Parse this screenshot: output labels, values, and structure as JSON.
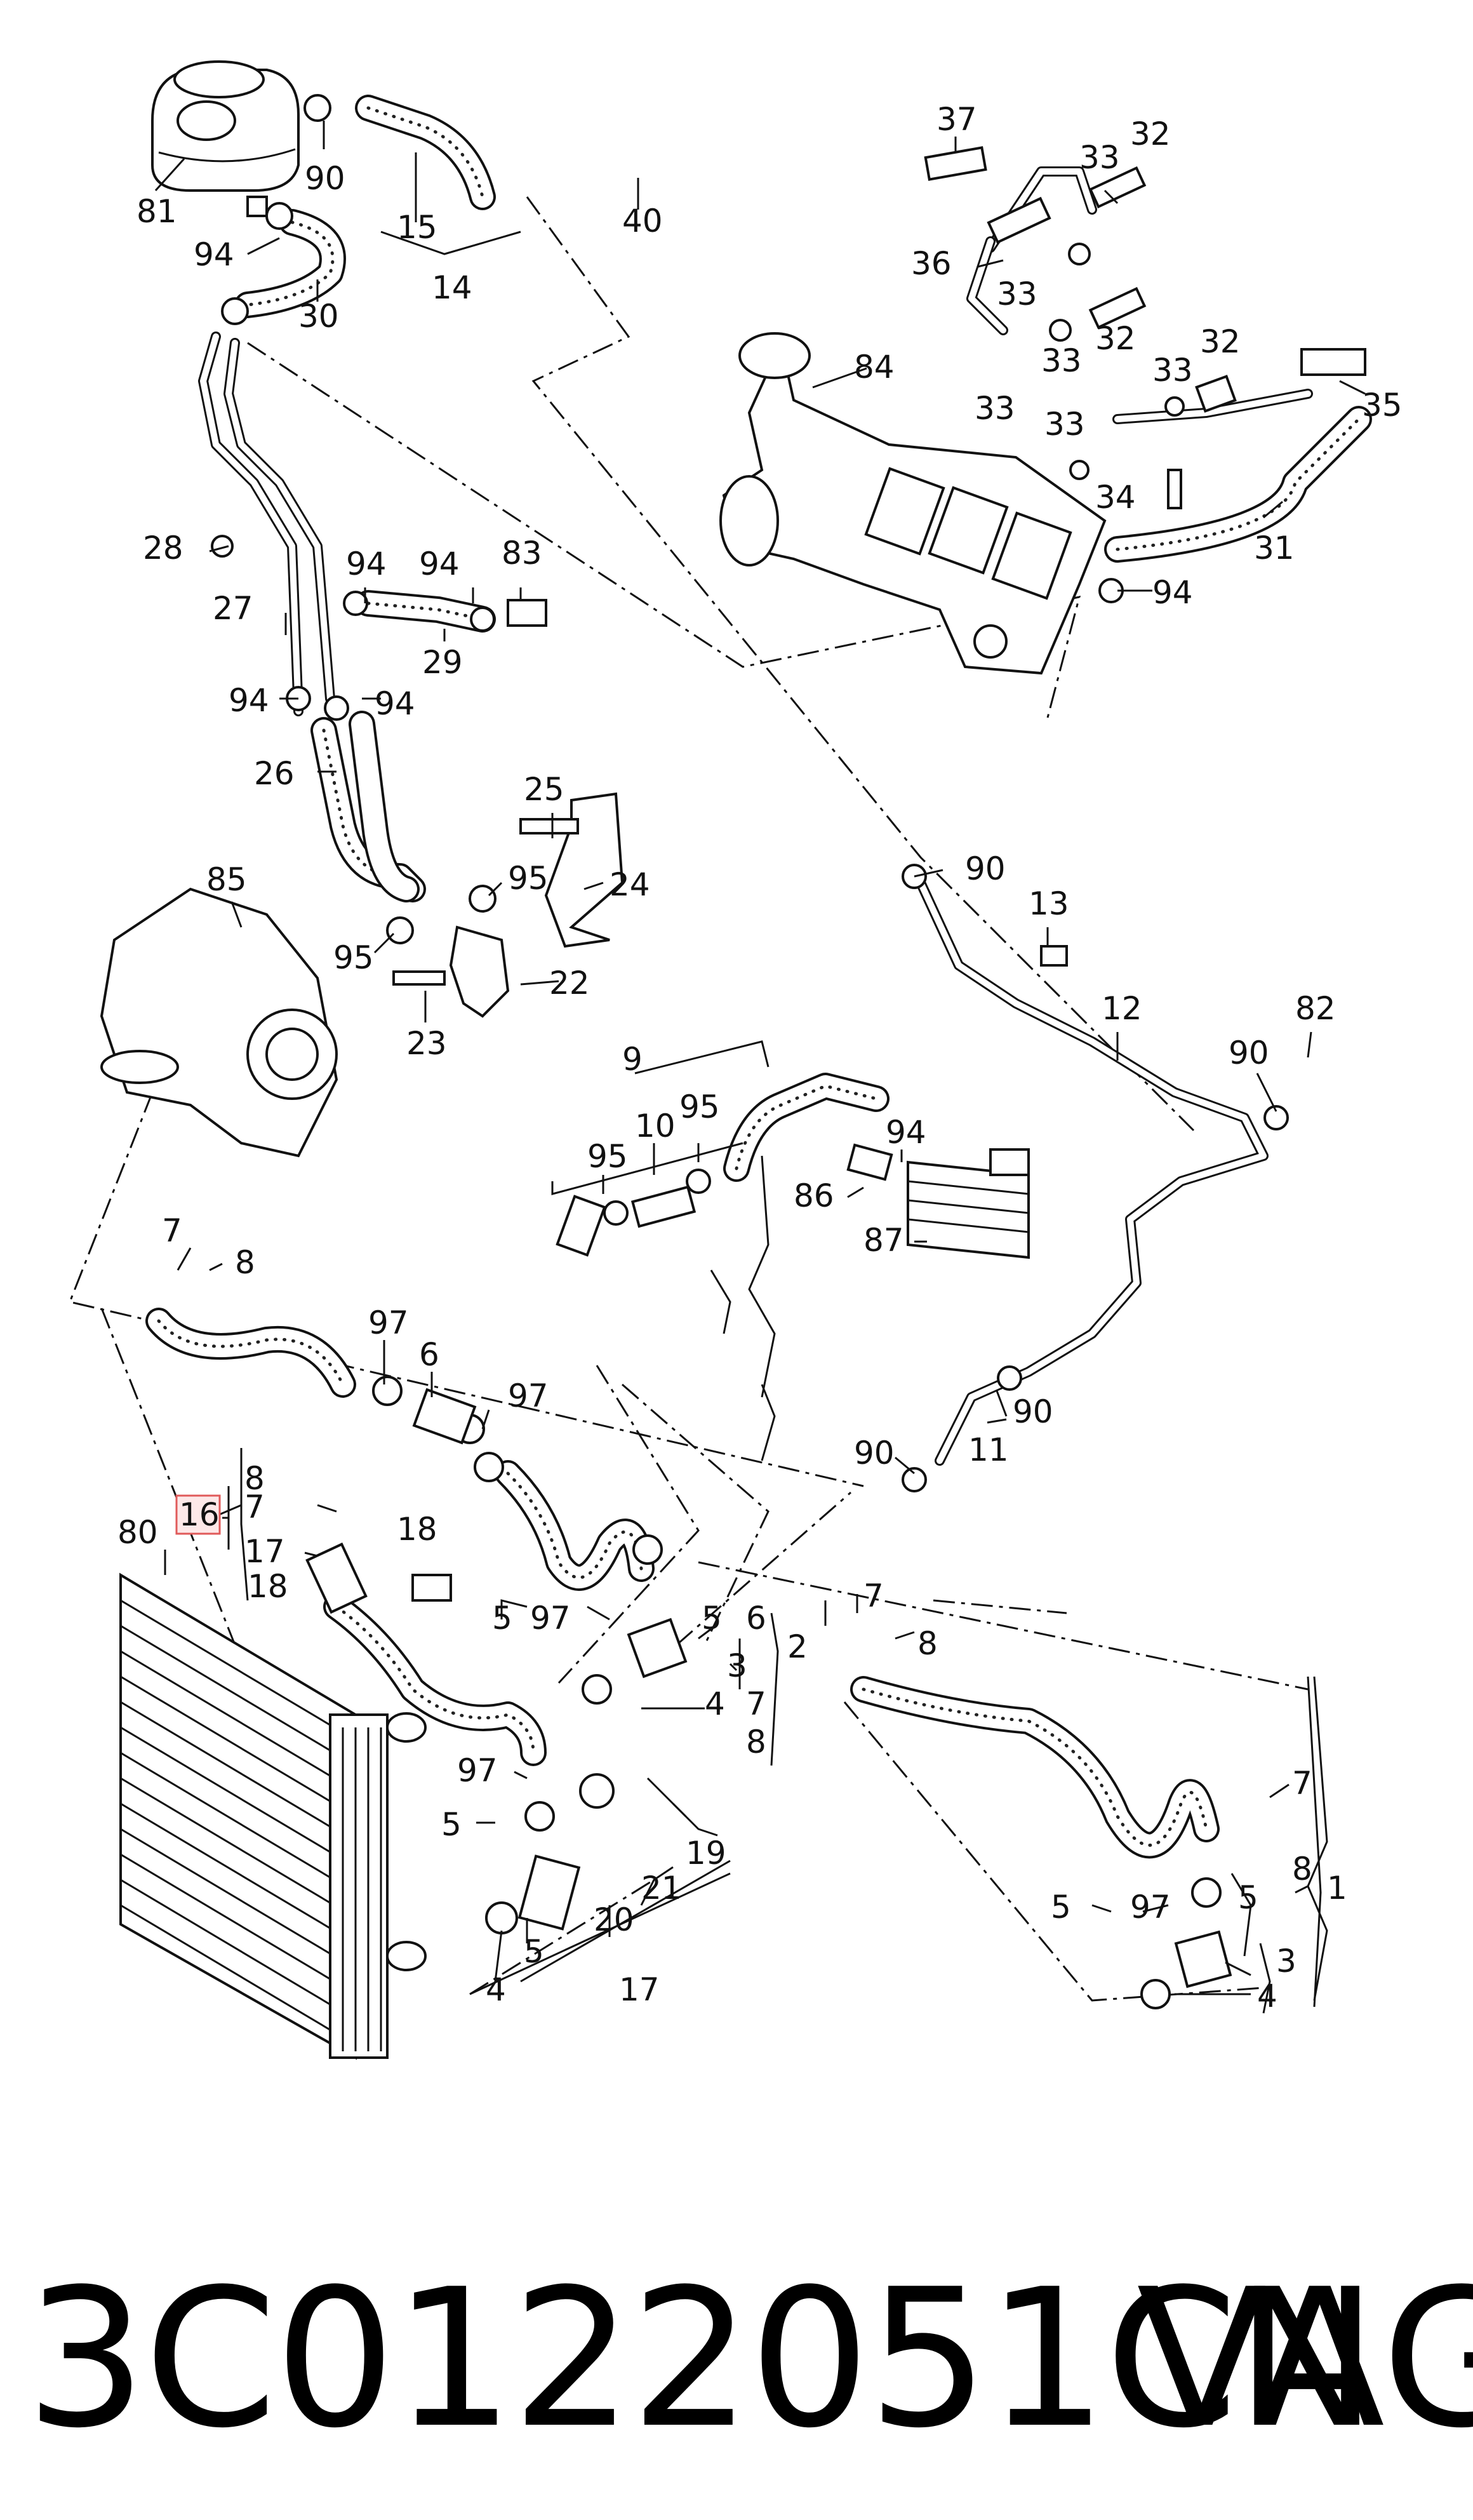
{
  "labels": {
    "l81": "81",
    "l90a": "90",
    "l15": "15",
    "l14": "14",
    "l40": "40",
    "l94a": "94",
    "l30": "30",
    "l37": "37",
    "l33a": "33",
    "l32a": "32",
    "l36": "36",
    "l33b": "33",
    "l33c": "33",
    "l32b": "32",
    "l84": "84",
    "l33d": "33",
    "l33e": "33",
    "l32c": "32",
    "l35": "35",
    "l33f": "33",
    "l34": "34",
    "l31": "31",
    "l94b": "94",
    "l28": "28",
    "l94c": "94",
    "l94d": "94",
    "l83": "83",
    "l27": "27",
    "l29": "29",
    "l94e": "94",
    "l94f": "94",
    "l26": "26",
    "l25": "25",
    "l95a": "95",
    "l24": "24",
    "l85": "85",
    "l95b": "95",
    "l22": "22",
    "l23": "23",
    "l90b": "90",
    "l13": "13",
    "l12": "12",
    "l82": "82",
    "l90c": "90",
    "l9": "9",
    "l95c": "95",
    "l10": "10",
    "l95d": "95",
    "l94g": "94",
    "l86": "86",
    "l87": "87",
    "l7a": "7",
    "l8a": "8",
    "l97a": "97",
    "l6a": "6",
    "l97b": "97",
    "l90d": "90",
    "l11": "11",
    "l90e": "90",
    "l16": "16",
    "l8b": "8",
    "l7b": "7",
    "l17a": "17",
    "l18a": "18",
    "l18b": "18",
    "l80": "80",
    "l5a": "5",
    "l97c": "97",
    "l5b": "5",
    "l6b": "6",
    "l3a": "3",
    "l2": "2",
    "l4a": "4",
    "l7c": "7",
    "l8c": "8",
    "l7d": "7",
    "l8d": "8",
    "l97d": "97",
    "l5c": "5",
    "l20": "20",
    "l21": "21",
    "l19": "19",
    "l4b": "4",
    "l5d": "5",
    "l17b": "17",
    "l7e": "7",
    "l8e": "8",
    "l1": "1",
    "l5e": "5",
    "l97e": "97",
    "l5f": "5",
    "l3b": "3",
    "l4c": "4"
  },
  "highlighted_label": "l16",
  "highlight_color": "#e05a5a",
  "highlight_fill": "#fde8e8",
  "footer": {
    "part_number": "3C0122051CN",
    "brand": "VAG"
  }
}
